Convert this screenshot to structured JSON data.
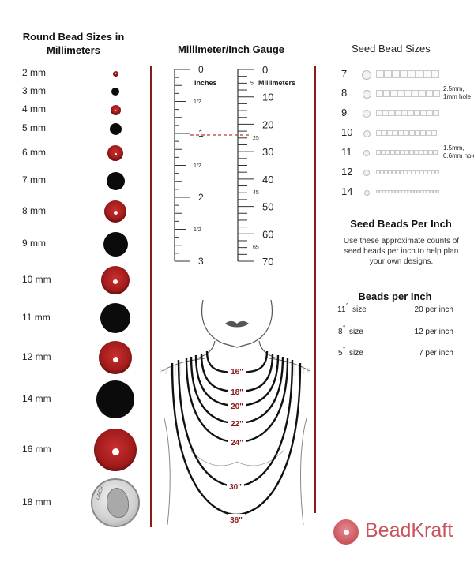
{
  "round_beads": {
    "title": "Round Bead Sizes in Millimeters",
    "items": [
      {
        "label": "2 mm",
        "style": "red"
      },
      {
        "label": "3 mm",
        "style": "black"
      },
      {
        "label": "4 mm",
        "style": "red"
      },
      {
        "label": "5 mm",
        "style": "black"
      },
      {
        "label": "6 mm",
        "style": "red"
      },
      {
        "label": "7 mm",
        "style": "black"
      },
      {
        "label": "8 mm",
        "style": "red"
      },
      {
        "label": "9 mm",
        "style": "black"
      },
      {
        "label": "10 mm",
        "style": "red"
      },
      {
        "label": "11 mm",
        "style": "black"
      },
      {
        "label": "12 mm",
        "style": "red"
      },
      {
        "label": "14 mm",
        "style": "black"
      },
      {
        "label": "16 mm",
        "style": "red"
      },
      {
        "label": "18 mm",
        "style": "coin"
      }
    ],
    "coin_text": "LIBERTY"
  },
  "gauge": {
    "title": "Millimeter/Inch Gauge",
    "inch_unit": "Inches",
    "mm_unit": "Millimeters",
    "inch_labels": [
      "0",
      "1/2",
      "1",
      "1/2",
      "2",
      "1/2",
      "3"
    ],
    "mm_labels": [
      "0",
      "5",
      "10",
      "20",
      "25",
      "30",
      "40",
      "45",
      "50",
      "60",
      "65",
      "70"
    ]
  },
  "necklace": {
    "lengths": [
      "16\"",
      "18\"",
      "20\"",
      "22\"",
      "24\"",
      "30\"",
      "36\""
    ]
  },
  "seed_beads": {
    "title": "Seed Bead Sizes",
    "rows": [
      {
        "size": "7",
        "note": ""
      },
      {
        "size": "8",
        "note": "2.5mm,\n1mm hole"
      },
      {
        "size": "9",
        "note": ""
      },
      {
        "size": "10",
        "note": ""
      },
      {
        "size": "11",
        "note": "1.5mm,\n0.6mm hole"
      },
      {
        "size": "12",
        "note": ""
      },
      {
        "size": "14",
        "note": ""
      }
    ]
  },
  "per_inch": {
    "title": "Seed Beads Per Inch",
    "description": "Use these approximate counts of seed beads per inch to help plan your own designs.",
    "table_title": "Beads per Inch",
    "rows": [
      {
        "size": "11",
        "unit": "size",
        "count": "20 per inch"
      },
      {
        "size": "8",
        "unit": "size",
        "count": "12 per inch"
      },
      {
        "size": "5",
        "unit": "size",
        "count": "7 per inch"
      }
    ]
  },
  "brand": {
    "name": "BeadKraft",
    "color": "#c9545c",
    "accent": "#8b1a1a"
  }
}
